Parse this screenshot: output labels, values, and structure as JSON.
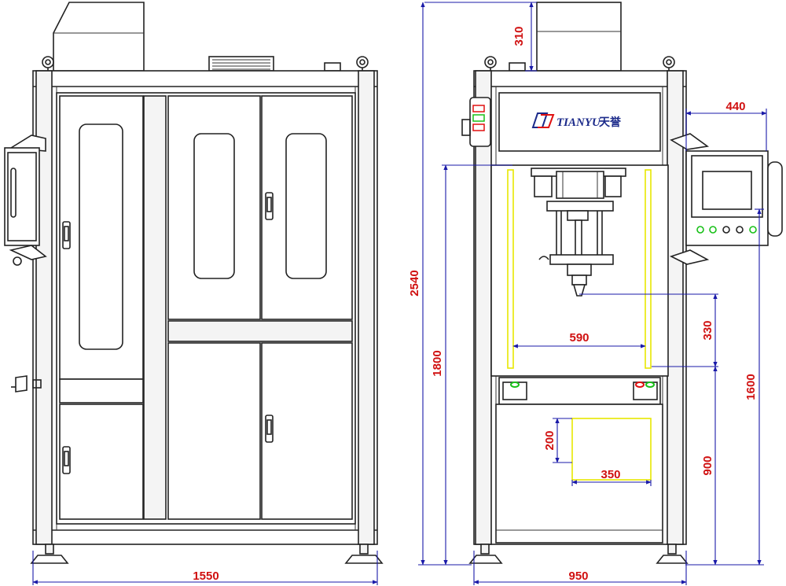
{
  "brand": {
    "name": "TIANYU",
    "name_cn": "天誉",
    "color": "#1b2a8a"
  },
  "colors": {
    "line": "#222222",
    "dimension_line": "#1a1aa8",
    "dimension_text": "#d01010",
    "work_area_highlight": "#e8e800",
    "indicator_green": "#18c018",
    "indicator_red": "#e01010"
  },
  "dimensions": {
    "side_width": "1550",
    "top_unit_height": "310",
    "total_height": "2540",
    "opening_height": "1800",
    "panel_offset": "440",
    "inner_width": "590",
    "tool_clearance": "330",
    "panel_height": "1600",
    "drawer_height": "200",
    "drawer_width": "350",
    "table_height": "900",
    "front_width": "950"
  },
  "icons": [
    "lifting-eye-icon",
    "door-handle-icon",
    "tower-light-icon",
    "touch-screen-icon",
    "foot-icon",
    "logo-icon"
  ]
}
